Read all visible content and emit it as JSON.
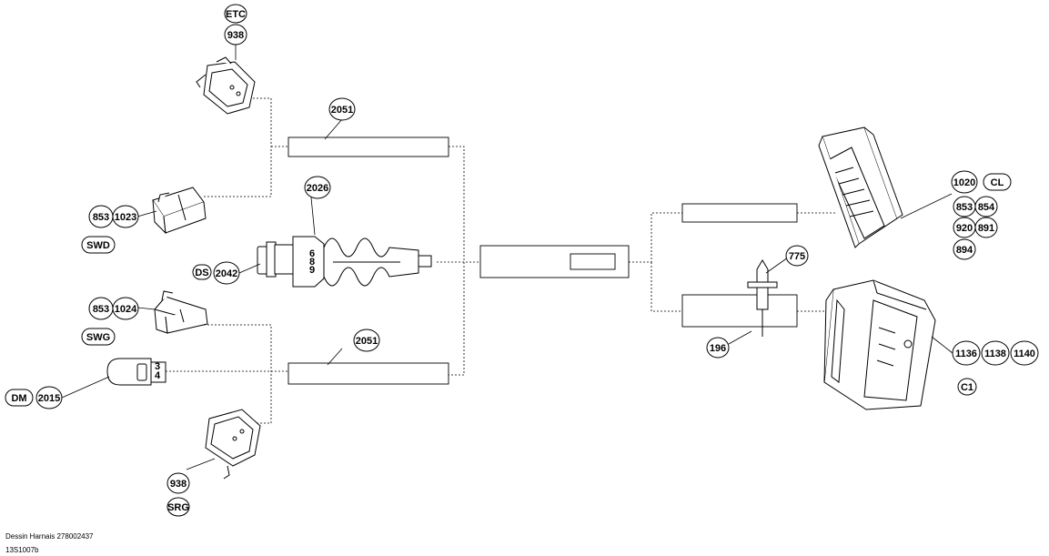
{
  "callouts": {
    "etc_label": "ETC",
    "etc_num": "938",
    "harness_top": "2051",
    "swd_853": "853",
    "swd_1023": "1023",
    "swd_label": "SWD",
    "ds_label": "DS",
    "ds_num": "2042",
    "ds_2026": "2026",
    "swg_853": "853",
    "swg_1024": "1024",
    "swg_label": "SWG",
    "harness_bottom": "2051",
    "dm_label": "DM",
    "dm_num": "2015",
    "srg_num": "938",
    "srg_label": "SRG",
    "cl_1020": "1020",
    "cl_label": "CL",
    "cl_853": "853",
    "cl_854": "854",
    "cl_920": "920",
    "cl_891": "891",
    "cl_894": "894",
    "n775": "775",
    "n196": "196",
    "c1_1136": "1136",
    "c1_1138": "1138",
    "c1_1140": "1140",
    "c1_label": "C1"
  },
  "sensor_digits": {
    "d1": "6",
    "d2": "8",
    "d3": "9"
  },
  "dm_pins": {
    "p1": "3",
    "p2": "4"
  },
  "footer": {
    "line1": "Dessin Harnais 278002437",
    "line2": "13S1007b"
  }
}
